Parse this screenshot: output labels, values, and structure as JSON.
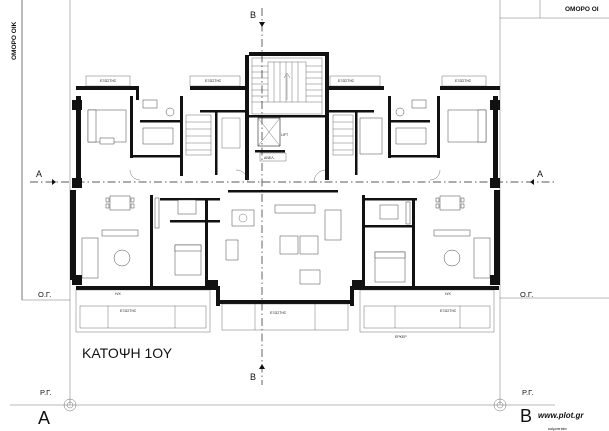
{
  "title": "ΚΑΤΟΨΗ 1ΟΥ",
  "neighbor_top_left": "ΟΜΟΡΟ ΟΙΚ",
  "neighbor_top_right": "ΟΜΟΡΟ ΟΙ",
  "section_a": "A",
  "section_b": "B",
  "ground_line_label": "Ο.Γ.",
  "building_line_label": "Ρ.Γ.",
  "watermark": "www.plot.gr",
  "bottom_caption": "κοίμαπτάσ",
  "erker_label": "ΕΡΚΕΡ",
  "elevator_label": "ΑΝΕΛ.",
  "lift_label": "LIFT",
  "balcony_label": "ΕΞΩΣΤΗΣ",
  "hx_label": "Η/Χ"
}
